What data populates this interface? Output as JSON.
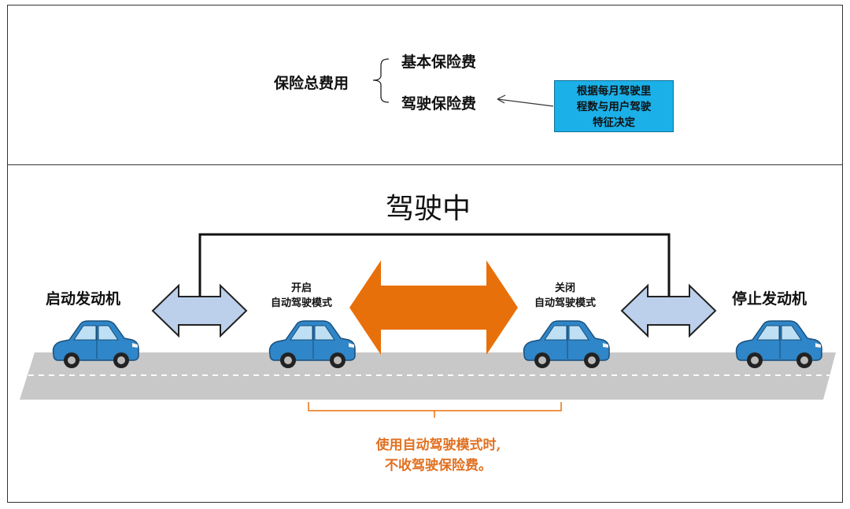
{
  "top_panel": {
    "total_label": "保险总费用",
    "base_label": "基本保险费",
    "driving_label": "驾驶保险费",
    "note": "根据每月驾驶里\n程数与用户驾驶\n特征决定"
  },
  "bottom_panel": {
    "title": "驾驶中",
    "start_engine": "启动发动机",
    "on_auto": "开启\n自动驾驶模式",
    "off_auto": "关闭\n自动驾驶模式",
    "stop_engine": "停止发动机",
    "caption": "使用自动驾驶模式时,\n不收驾驶保险费。"
  },
  "colors": {
    "note_bg": "#1bb0e8",
    "big_arrow": "#e8700a",
    "small_arrow": "#bcd0ec",
    "road": "#c8c8c8",
    "car": "#2f86c8",
    "caption": "#e07020"
  },
  "icons": {
    "car": "car-icon",
    "double_arrow": "double-arrow-icon"
  }
}
